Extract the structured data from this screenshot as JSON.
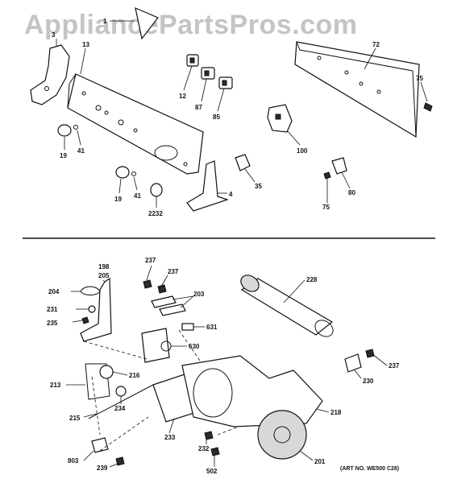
{
  "watermark": "AppliancePartsPros.com",
  "art_number": "(ART NO. WE500 C28)",
  "top_section": {
    "labels": [
      "1",
      "3",
      "13",
      "12",
      "87",
      "85",
      "72",
      "75",
      "19",
      "41",
      "100",
      "19",
      "41",
      "2232",
      "35",
      "4",
      "80",
      "75"
    ]
  },
  "bottom_section": {
    "labels": [
      "198",
      "205",
      "204",
      "231",
      "235",
      "237",
      "237",
      "203",
      "228",
      "631",
      "630",
      "237",
      "230",
      "213",
      "216",
      "234",
      "215",
      "233",
      "218",
      "232",
      "201",
      "803",
      "239",
      "502"
    ]
  }
}
